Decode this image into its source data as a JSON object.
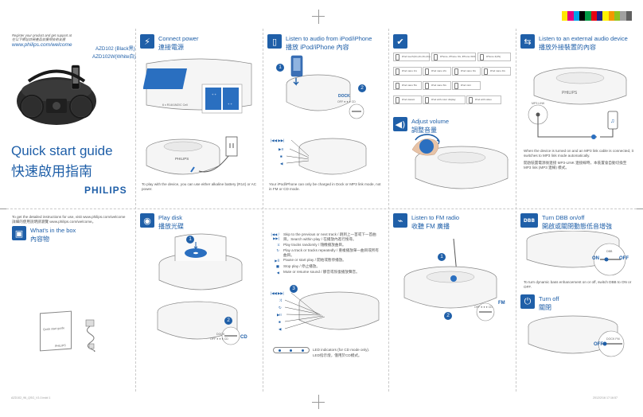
{
  "cover": {
    "register_en": "Register your product and get support at",
    "register_zh": "在以下網址註冊產品並獲得技術支援",
    "website": "www.philips.com/welcome",
    "model_black": "AZD102 (Black黑)",
    "model_white": "AZD102W(White白)",
    "title_en": "Quick start guide",
    "title_zh": "快速啟用指南",
    "brand": "PHILIPS",
    "instructions_en": "To get the detailed instructions for use, visit www.philips.com/welcome",
    "instructions_zh": "詳細的使用說明請瀏覽 www.philips.com/welcome。",
    "footer_left": "AZD102_96_QSG_V1.0.indd 1",
    "footer_right": "2012/2/16 17:16:57"
  },
  "in_the_box": {
    "title_en": "What's in the box",
    "title_zh": "內容物",
    "qsg_label": "Quick start guide",
    "qsg_brand": "PHILIPS"
  },
  "connect_power": {
    "title_en": "Connect power",
    "title_zh": "連接電源",
    "battery_label": "6 x R14/UM2/C Cell",
    "note": "To play with the device, you can use either alkaline battery (R14) or AC power."
  },
  "listen_ipod": {
    "title_en": "Listen to audio from iPod/iPhone",
    "title_zh": "播放 iPod/iPhone 內容",
    "dock_label": "DOCK",
    "switch_label": "OFF  ●  ●  ●  CD",
    "note": "Your iPod/iPhone can only be charged in Dock or MP3 link mode, not in FM or CD mode."
  },
  "compatible": {
    "models": [
      "iPod touch(1G,2G,3G,4G)",
      "iPhone, iPhone 3G, iPhone 3GS",
      "iPhone 4(4S)",
      "iPod nano 1G",
      "iPod nano 2G",
      "iPod nano 3G",
      "iPod nano 4G",
      "iPod nano 5G",
      "iPod nano 6G",
      "iPod mini",
      "iPod classic",
      "iPod with color display",
      "iPod with video"
    ]
  },
  "adjust_volume": {
    "title_en": "Adjust volume",
    "title_zh": "調整音量"
  },
  "external": {
    "title_en": "Listen to an external audio device",
    "title_zh": "播放外接裝置的內容",
    "mp3_label": "MP3 LINK",
    "note_en": "When the device is turned on and an MP3 link cable is connected, it switches to MP3 link mode automatically.",
    "note_zh": "開啟裝置電源後連接 MP3-LINK 連接線時，本裝置會自動切換至 MP3 link (MP3 連線) 模式。"
  },
  "play_disk": {
    "title_en": "Play disk",
    "title_zh": "播放光碟",
    "controls": [
      {
        "key": "|◀◀ / ▶▶|",
        "text": "Skip to the previous or next track / 跳到上一首或下一首曲目。Search within play / 在播放內進行搜尋。"
      },
      {
        "key": "⤨",
        "text": "Play tracks randomly / 隨機播放曲目。"
      },
      {
        "key": "↻",
        "text": "Play a track or tracks repeatedly / 重複播放單一曲目或所有曲目。"
      },
      {
        "key": "▶II",
        "text": "Pause or start play / 開始或暫停播放。"
      },
      {
        "key": "■",
        "text": "Stop play / 停止播放。"
      },
      {
        "key": "◀",
        "text": "Mute or resume sound / 靜音或恢復播放聲音。"
      }
    ],
    "led_text_en": "LED indicators (for CD mode only).",
    "led_text_zh": "LED指示燈，僅用於CD模式。",
    "switch_label": "OFF  ●  ●  ●  CD",
    "dock_label": "DOCK",
    "cd_label": "CD"
  },
  "fm": {
    "title_en": "Listen to FM radio",
    "title_zh": "收聽 FM 廣播",
    "fm_label": "FM",
    "switch_label": "OFF  ●  ●  ●  CD"
  },
  "dbb": {
    "badge": "DBB",
    "title_en": "Turn DBB on/off",
    "title_zh": "開啟或關閉動態低音增強",
    "on_label": "ON",
    "off_label": "OFF",
    "note": "To turn dynamic bass enhancement on or off, switch DBB to ON or OFF."
  },
  "turn_off": {
    "title_en": "Turn off",
    "title_zh": "關閉",
    "off_label": "OFF",
    "switch_label": "DOCK  FM"
  },
  "colors": {
    "accent": "#1f5fa8",
    "line": "#999999",
    "device_fill": "#f5f5f5",
    "hand": "#e7c3a7"
  }
}
